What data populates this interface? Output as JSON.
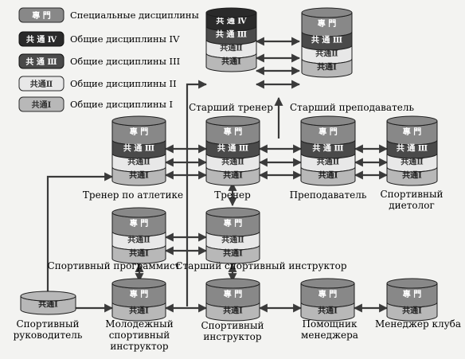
{
  "legend": [
    {
      "code": "專 門",
      "label": "Специальные дисциплины",
      "fill": "#888888"
    },
    {
      "code": "共 通 Ⅳ",
      "label": "Общие дисциплины IV",
      "fill": "#2a2a2a"
    },
    {
      "code": "共 通 Ⅲ",
      "label": "Общие дисциплины III",
      "fill": "#4a4a4a"
    },
    {
      "code": "共通Ⅱ",
      "label": "Общие дисциплины II",
      "fill": "#e8e8e8"
    },
    {
      "code": "共通Ⅰ",
      "label": "Общие дисциплины I",
      "fill": "#b8b8b8"
    }
  ],
  "roles": {
    "senior_trainer": "Старший тренер",
    "senior_teacher": "Старший преподаватель",
    "athletics_trainer": "Тренер по атлетике",
    "trainer": "Тренер",
    "teacher": "Преподаватель",
    "dietitian_line1": "Спортивный",
    "dietitian_line2": "диетолог",
    "programmer": "Спортивный программист",
    "senior_instructor": "Старший спортивный инструктор",
    "leader_line1": "Спортивный",
    "leader_line2": "руководитель",
    "youth_line1": "Молодежный",
    "youth_line2": "спортивный",
    "youth_line3": "инструктор",
    "instructor_line1": "Спортивный",
    "instructor_line2": "инструктор",
    "assistant_line1": "Помощник",
    "assistant_line2": "менеджера",
    "club_manager": "Менеджер клуба"
  }
}
